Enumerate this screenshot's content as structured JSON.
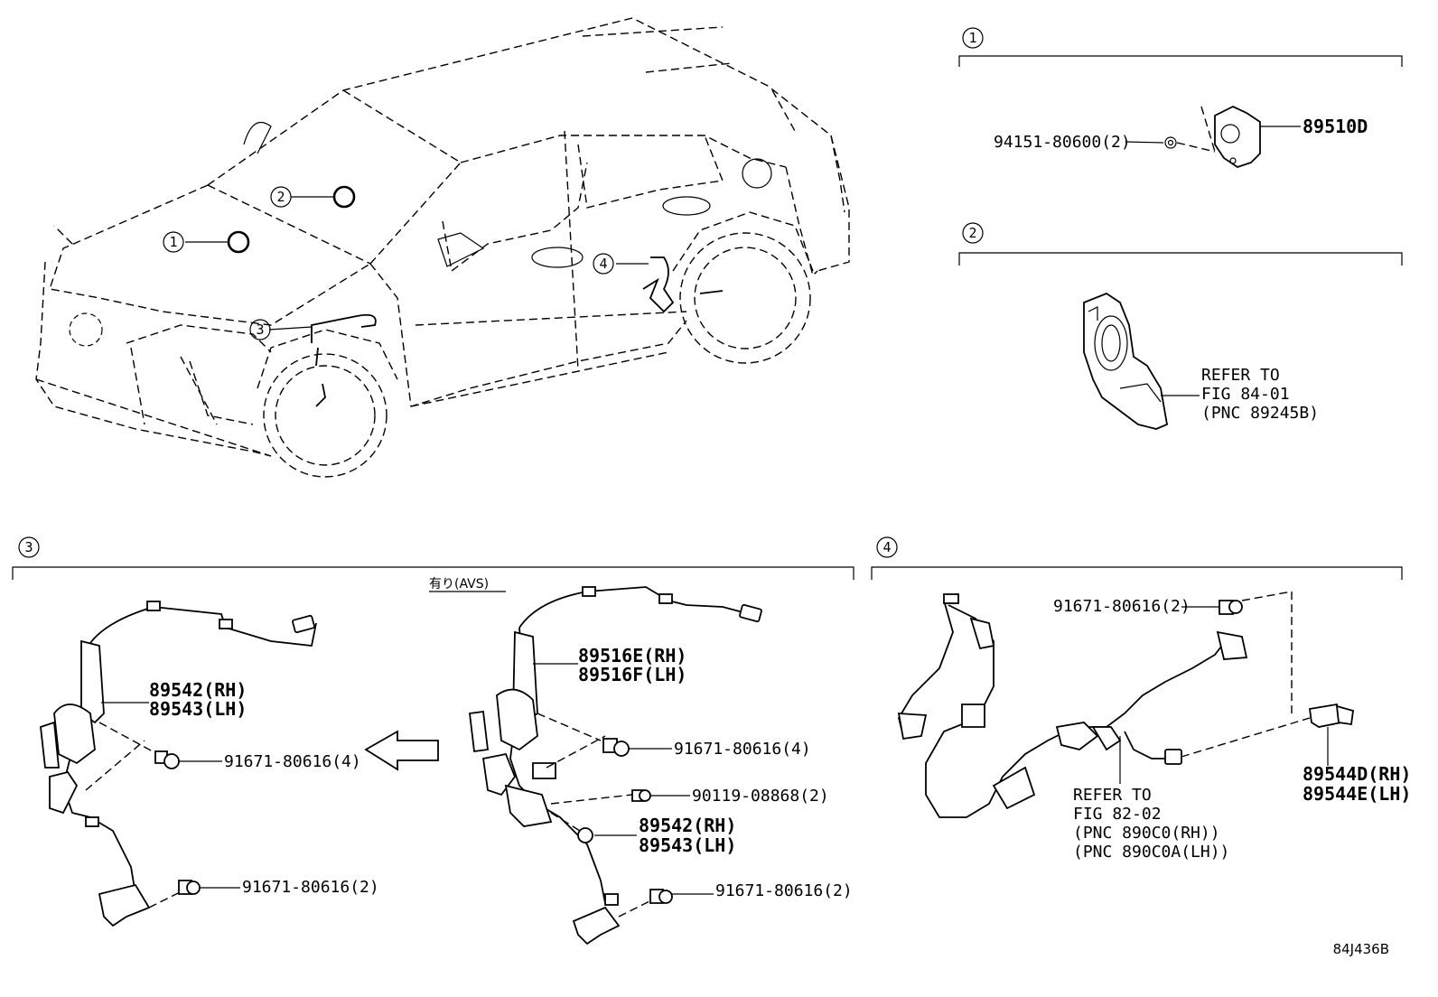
{
  "callouts": {
    "c1": "1",
    "c2": "2",
    "c3": "3",
    "c4": "4"
  },
  "sections": {
    "s1": {
      "index": "1",
      "labels": {
        "nut": "94151-80600(2)",
        "sensor": "89510D"
      }
    },
    "s2": {
      "index": "2",
      "labels": {
        "refer1": "REFER TO",
        "refer2": "FIG 84-01",
        "refer3": "(PNC 89245B)"
      }
    },
    "s3": {
      "index": "3",
      "avs_note": "有り(AVS)",
      "labels": {
        "l_rh": "89542(RH)",
        "l_lh": "89543(LH)",
        "l_bolt_top": "91671-80616(4)",
        "l_bolt_bot": "91671-80616(2)",
        "r_harness_rh": "89516E(RH)",
        "r_harness_lh": "89516F(LH)",
        "r_bolt_top": "91671-80616(4)",
        "r_screw": "90119-08868(2)",
        "r_rh": "89542(RH)",
        "r_lh": "89543(LH)",
        "r_bolt_bot": "91671-80616(2)"
      }
    },
    "s4": {
      "index": "4",
      "labels": {
        "bolt": "91671-80616(2)",
        "rh": "89544D(RH)",
        "lh": "89544E(LH)",
        "refer1": "REFER TO",
        "refer2": "FIG 82-02",
        "refer3": "(PNC 890C0(RH))",
        "refer4": "(PNC 890C0A(LH))"
      }
    }
  },
  "figure_code": "84J436B"
}
